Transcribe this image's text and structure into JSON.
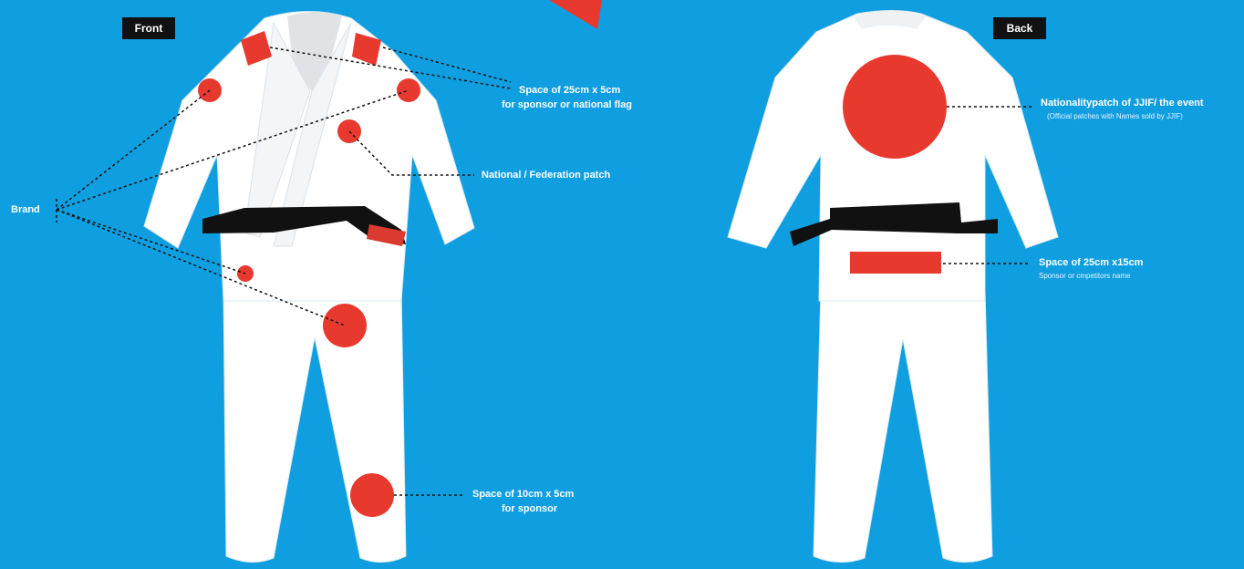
{
  "front": {
    "tag": "Front",
    "brand_label": "Brand",
    "shoulder_label_line1": "Space of 25cm x 5cm",
    "shoulder_label_line2": "for sponsor or national flag",
    "federation_label": "National / Federation patch",
    "leg_label_line1": "Space of 10cm x 5cm",
    "leg_label_line2": "for sponsor"
  },
  "back": {
    "tag": "Back",
    "nationality_label": "Nationalitypatch of JJIF/ the event",
    "nationality_sub": "(Official patches with Names sold by JJIF)",
    "waist_label": "Space of 25cm x15cm",
    "waist_sub": "Sponsor or cmpetitors name"
  },
  "colors": {
    "background": "#0f9ee0",
    "gi": "#ffffff",
    "patch": "#e8392f",
    "belt": "#111111",
    "tag": "#111111"
  },
  "icons": [
    "front-gi-figure",
    "back-gi-figure",
    "red-corner-marker"
  ]
}
